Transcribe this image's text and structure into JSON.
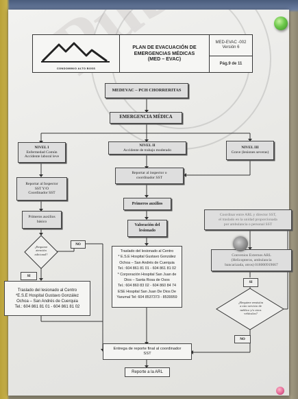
{
  "header": {
    "logo_caption": "CONDOMINIO ALTO BOSS",
    "title_lines": [
      "PLAN DE EVACUACIÓN DE",
      "EMERGENCIAS MÉDICAS",
      "(MED – EVAC)"
    ],
    "code": "MED-EVAC -002",
    "version": "Versión 6",
    "page": "Pág.9 de 11"
  },
  "flow": {
    "medevac": "MEDEVAC – PCH CHORRERITAS",
    "emergencia": "EMERGENCIA MÉDICA",
    "nivel1": {
      "title": "NIVEL I",
      "lines": [
        "Enfermedad Común",
        "Accidente laboral leve"
      ]
    },
    "nivel2": {
      "title": "NIVEL II",
      "lines": [
        "Accidente de trabajo moderado"
      ]
    },
    "nivel3": {
      "title": "NIVEL III",
      "lines": [
        "Grave (lesiones severas)"
      ]
    },
    "reportar1": [
      "Reportar al Inspector",
      "SST Y/O",
      "Coordinador SST"
    ],
    "reportar2": [
      "Reportar al inspector o",
      "coordinador SST"
    ],
    "primeros_basicos": [
      "Primeros auxilios",
      "básico"
    ],
    "primeros2": "Primeros auxilios",
    "valoracion": [
      "Valoración del",
      "lesionado"
    ],
    "requiere": [
      "¿Requiere",
      "atención",
      "adicional?"
    ],
    "no_label": "NO",
    "si_label": "SI",
    "traslado1": [
      "Traslado del lesionado al Centro",
      "*E.S.E Hospital Gustavo González",
      "Ochoa – San Andrés de Cuerquia",
      "Tel.: 604 861 81 01 - 604 861 81 02"
    ],
    "traslado2": [
      "Traslado del lesionado al Centro",
      "* E.S.E Hospital Gustavo González",
      "Ochoa – San Andrés de Cuerquia",
      "Tel.: 604 861 81 01 - 604 861 81 02",
      "* Corporación Hospital San Juan de",
      "Dios – Santa Rosa de Osos",
      "Tel.: 604 860 83 02 - 604 860 84 74",
      "ESE Hospital San Juan De Dios De",
      "Yarumal   Tel: 604 8537373 - 8539959"
    ],
    "coordinar": [
      "Coordinar entre ARL y director SST,",
      "el traslado en la unidad proporcionada",
      "por ambulancia o personal SST"
    ],
    "convenios": [
      "Convenios Externos ARL",
      "(Helicopteros, ambulancia",
      "bancarizada, otros) 018000919667"
    ],
    "si_label2": "SI",
    "requiere_medico": [
      "¿Requiere remisión",
      "a otro servicio de",
      "médico y/o otros",
      "vehículos?"
    ],
    "no_label2": "NO",
    "entrega": [
      "Entrega de reporte final al coordinador",
      "SST"
    ],
    "reporte_arl": "Reporte a la ARL"
  },
  "watermark": "Público"
}
